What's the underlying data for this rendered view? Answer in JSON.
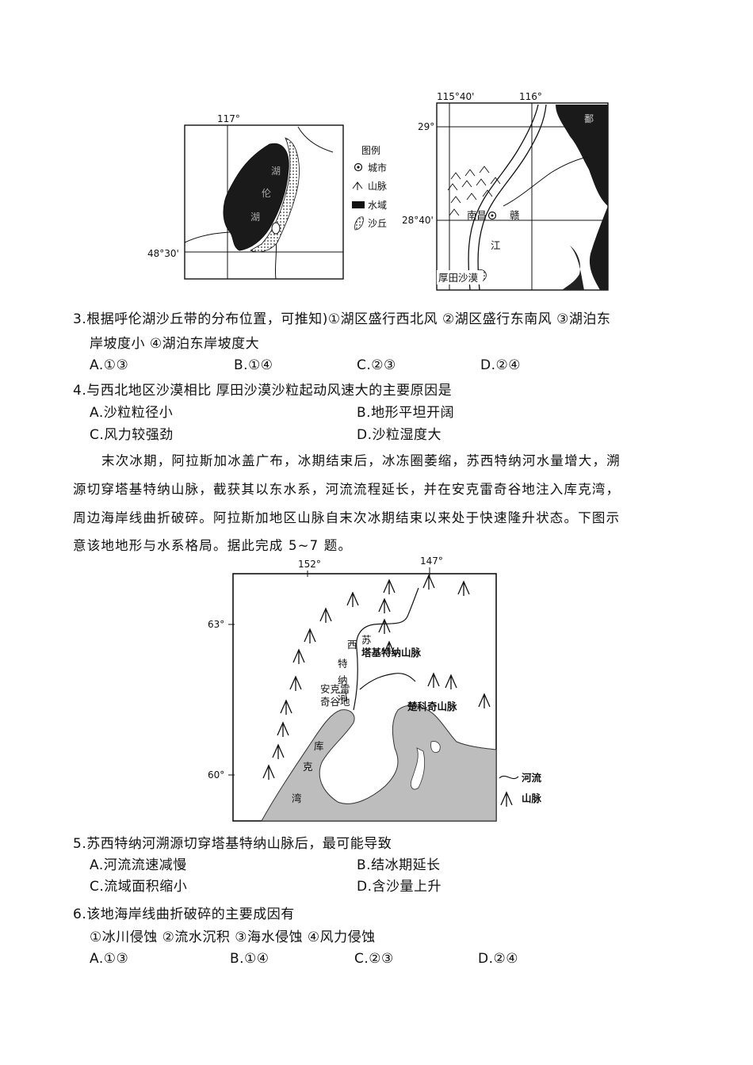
{
  "map1": {
    "lon": "117°",
    "lat": "48°30'",
    "lake_label": [
      "湖",
      "伦",
      "湖"
    ],
    "legend": {
      "title": "图例",
      "items": [
        "城市",
        "山脉",
        "水域",
        "沙丘"
      ]
    }
  },
  "map2": {
    "lon1": "115°40'",
    "lon2": "116°",
    "lat1": "29°",
    "lat2": "28°40'",
    "city": "南昌",
    "river": [
      "赣",
      "江"
    ],
    "desert": "厚田沙漠",
    "lake_char": "鄱"
  },
  "q3": {
    "line1": "3.根据呼伦湖沙丘带的分布位置，可推知)①湖区盛行西北风 ②湖区盛行东南风 ③湖泊东",
    "line2": "岸坡度小 ④湖泊东岸坡度大",
    "options": [
      "A.①③",
      "B.①④",
      "C.②③",
      "D.②④"
    ]
  },
  "q4": {
    "stem": "4.与西北地区沙漠相比 厚田沙漠沙粒起动风速大的主要原因是",
    "options": [
      "A.沙粒粒径小",
      "B.地形平坦开阔",
      "C.风力较强劲",
      "D.沙粒湿度大"
    ]
  },
  "passage": [
    "末次冰期，阿拉斯加冰盖广布，冰期结束后，冰冻圈萎缩，苏西特纳河水量增大，溯",
    "源切穿塔基特纳山脉，截获其以东水系，河流流程延长，并在安克雷奇谷地注入库克湾，",
    "周边海岸线曲折破碎。阿拉斯加地区山脉自末次冰期结束以来处于快速隆升状态。下图示",
    "意该地地形与水系格局。据此完成 5~7 题。"
  ],
  "map3": {
    "lon1": "152°",
    "lon2": "147°",
    "lat1": "63°",
    "lat2": "60°",
    "river_label": [
      "苏",
      "西",
      "特",
      "纳",
      "河"
    ],
    "range1": "塔基特纳山脉",
    "range2": "楚科奇山脉",
    "valley": [
      "安克雷",
      "奇谷地"
    ],
    "bay": [
      "库",
      "克",
      "湾"
    ],
    "legend": [
      "河流",
      "山脉"
    ]
  },
  "q5": {
    "stem": "5.苏西特纳河溯源切穿塔基特纳山脉后，最可能导致",
    "options": [
      "A.河流流速减慢",
      "B.结冰期延长",
      "C.流域面积缩小",
      "D.含沙量上升"
    ]
  },
  "q6": {
    "stem": "6.该地海岸线曲折破碎的主要成因有",
    "items": "①冰川侵蚀 ②流水沉积 ③海水侵蚀 ④风力侵蚀",
    "options": [
      "A.①③",
      "B.①④",
      "C.②③",
      "D.②④"
    ]
  }
}
